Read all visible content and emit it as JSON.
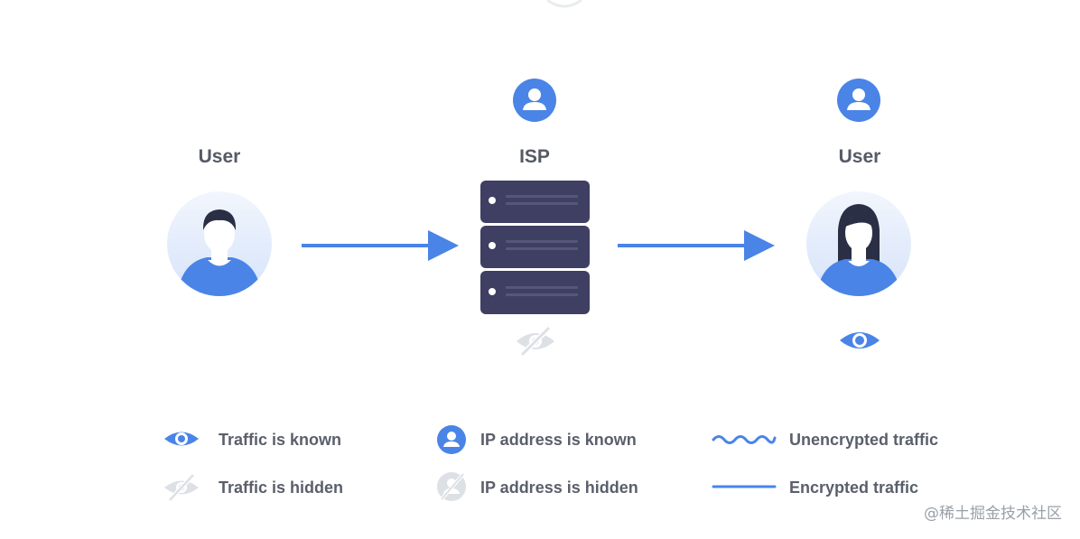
{
  "nodes": {
    "user_left": {
      "label": "User"
    },
    "isp": {
      "label": "ISP"
    },
    "user_right": {
      "label": "User"
    }
  },
  "legend": {
    "traffic_known": "Traffic is known",
    "traffic_hidden": "Traffic is hidden",
    "ip_known": "IP address is known",
    "ip_hidden": "IP address is hidden",
    "unencrypted": "Unencrypted traffic",
    "encrypted": "Encrypted traffic"
  },
  "watermark": "@稀土掘金技术社区",
  "colors": {
    "accent": "#4a84e6",
    "server": "#3f3f63",
    "hidden_icon": "#dde1e6",
    "label": "#555a66",
    "avatar_bg": "#e6eefc"
  }
}
